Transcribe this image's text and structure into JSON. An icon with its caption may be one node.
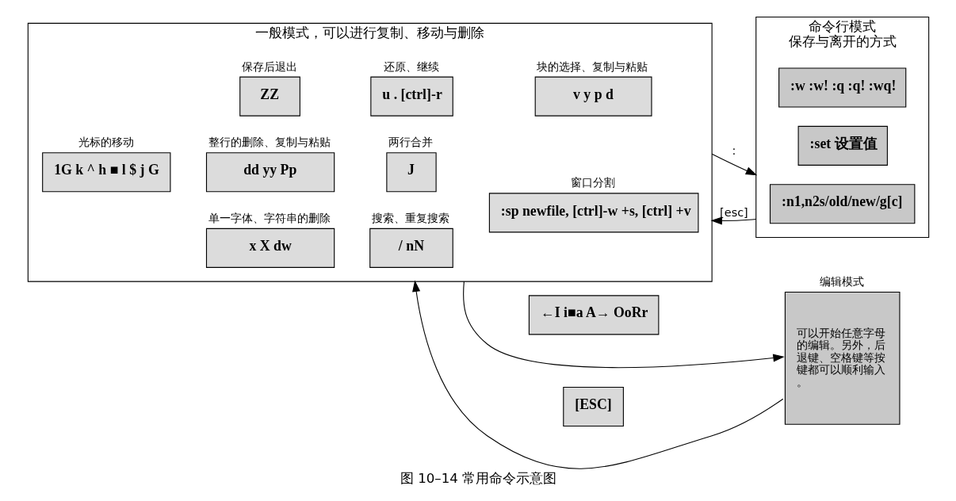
{
  "diagram": {
    "caption": "图 10–14 常用命令示意图",
    "nodes": [
      {
        "text": [
          "一般模式，可以进行复制、移动与删除"
        ]
      },
      {
        "text": [
          "光标的移动",
          "1G k ^ h ■ l $ j G"
        ],
        "in": 0
      },
      {
        "text": [
          "整行的删除、复制与粘贴",
          "dd yy Pp"
        ],
        "in": 0
      },
      {
        "text": [
          "两行合并",
          "J"
        ],
        "in": 0
      },
      {
        "text": [
          "单一字体、字符串的删除",
          "x X dw"
        ],
        "in": 0
      },
      {
        "text": [
          "搜索、重复搜索",
          "/ nN"
        ],
        "in": 0
      },
      {
        "text": [
          "保存后退出",
          "ZZ"
        ],
        "in": 0
      },
      {
        "text": [
          "还原、继续",
          "u . [ctrl]-r"
        ],
        "in": 0
      },
      {
        "text": [
          "块的选择、复制与粘贴",
          "v y p d"
        ],
        "in": 0
      },
      {
        "text": [
          "窗口分割",
          ":sp newfile, [ctrl]-w +s, [ctrl] +v"
        ],
        "in": 0
      },
      {
        "text": [
          "←I i■a A→ OoRr"
        ]
      },
      {
        "text": [
          "[ESC]"
        ]
      },
      {
        "text": [
          "编辑模式",
          "可以开始任意字母的编辑。另外，后退键、空格键等按键都可以顺利输入。"
        ]
      },
      {
        "text": [
          "命令行模式",
          "保存与离开的方式"
        ]
      },
      {
        "text": [
          ":w :w! :q :q! :wq!"
        ],
        "in": 13
      },
      {
        "text": [
          ":set 设置值"
        ],
        "in": 13
      },
      {
        "text": [
          ":n1,n2s/old/new/g[c]"
        ],
        "in": 13
      }
    ],
    "edges": [
      {
        "from": 0,
        "to": 12,
        "arrow": "to"
      },
      {
        "from": 12,
        "to": 0,
        "arrow": "to"
      },
      {
        "from": 0,
        "to": 13,
        "arrow": "to",
        "label": ":"
      },
      {
        "from": 13,
        "to": 0,
        "arrow": "to",
        "label": "[esc]"
      }
    ]
  }
}
